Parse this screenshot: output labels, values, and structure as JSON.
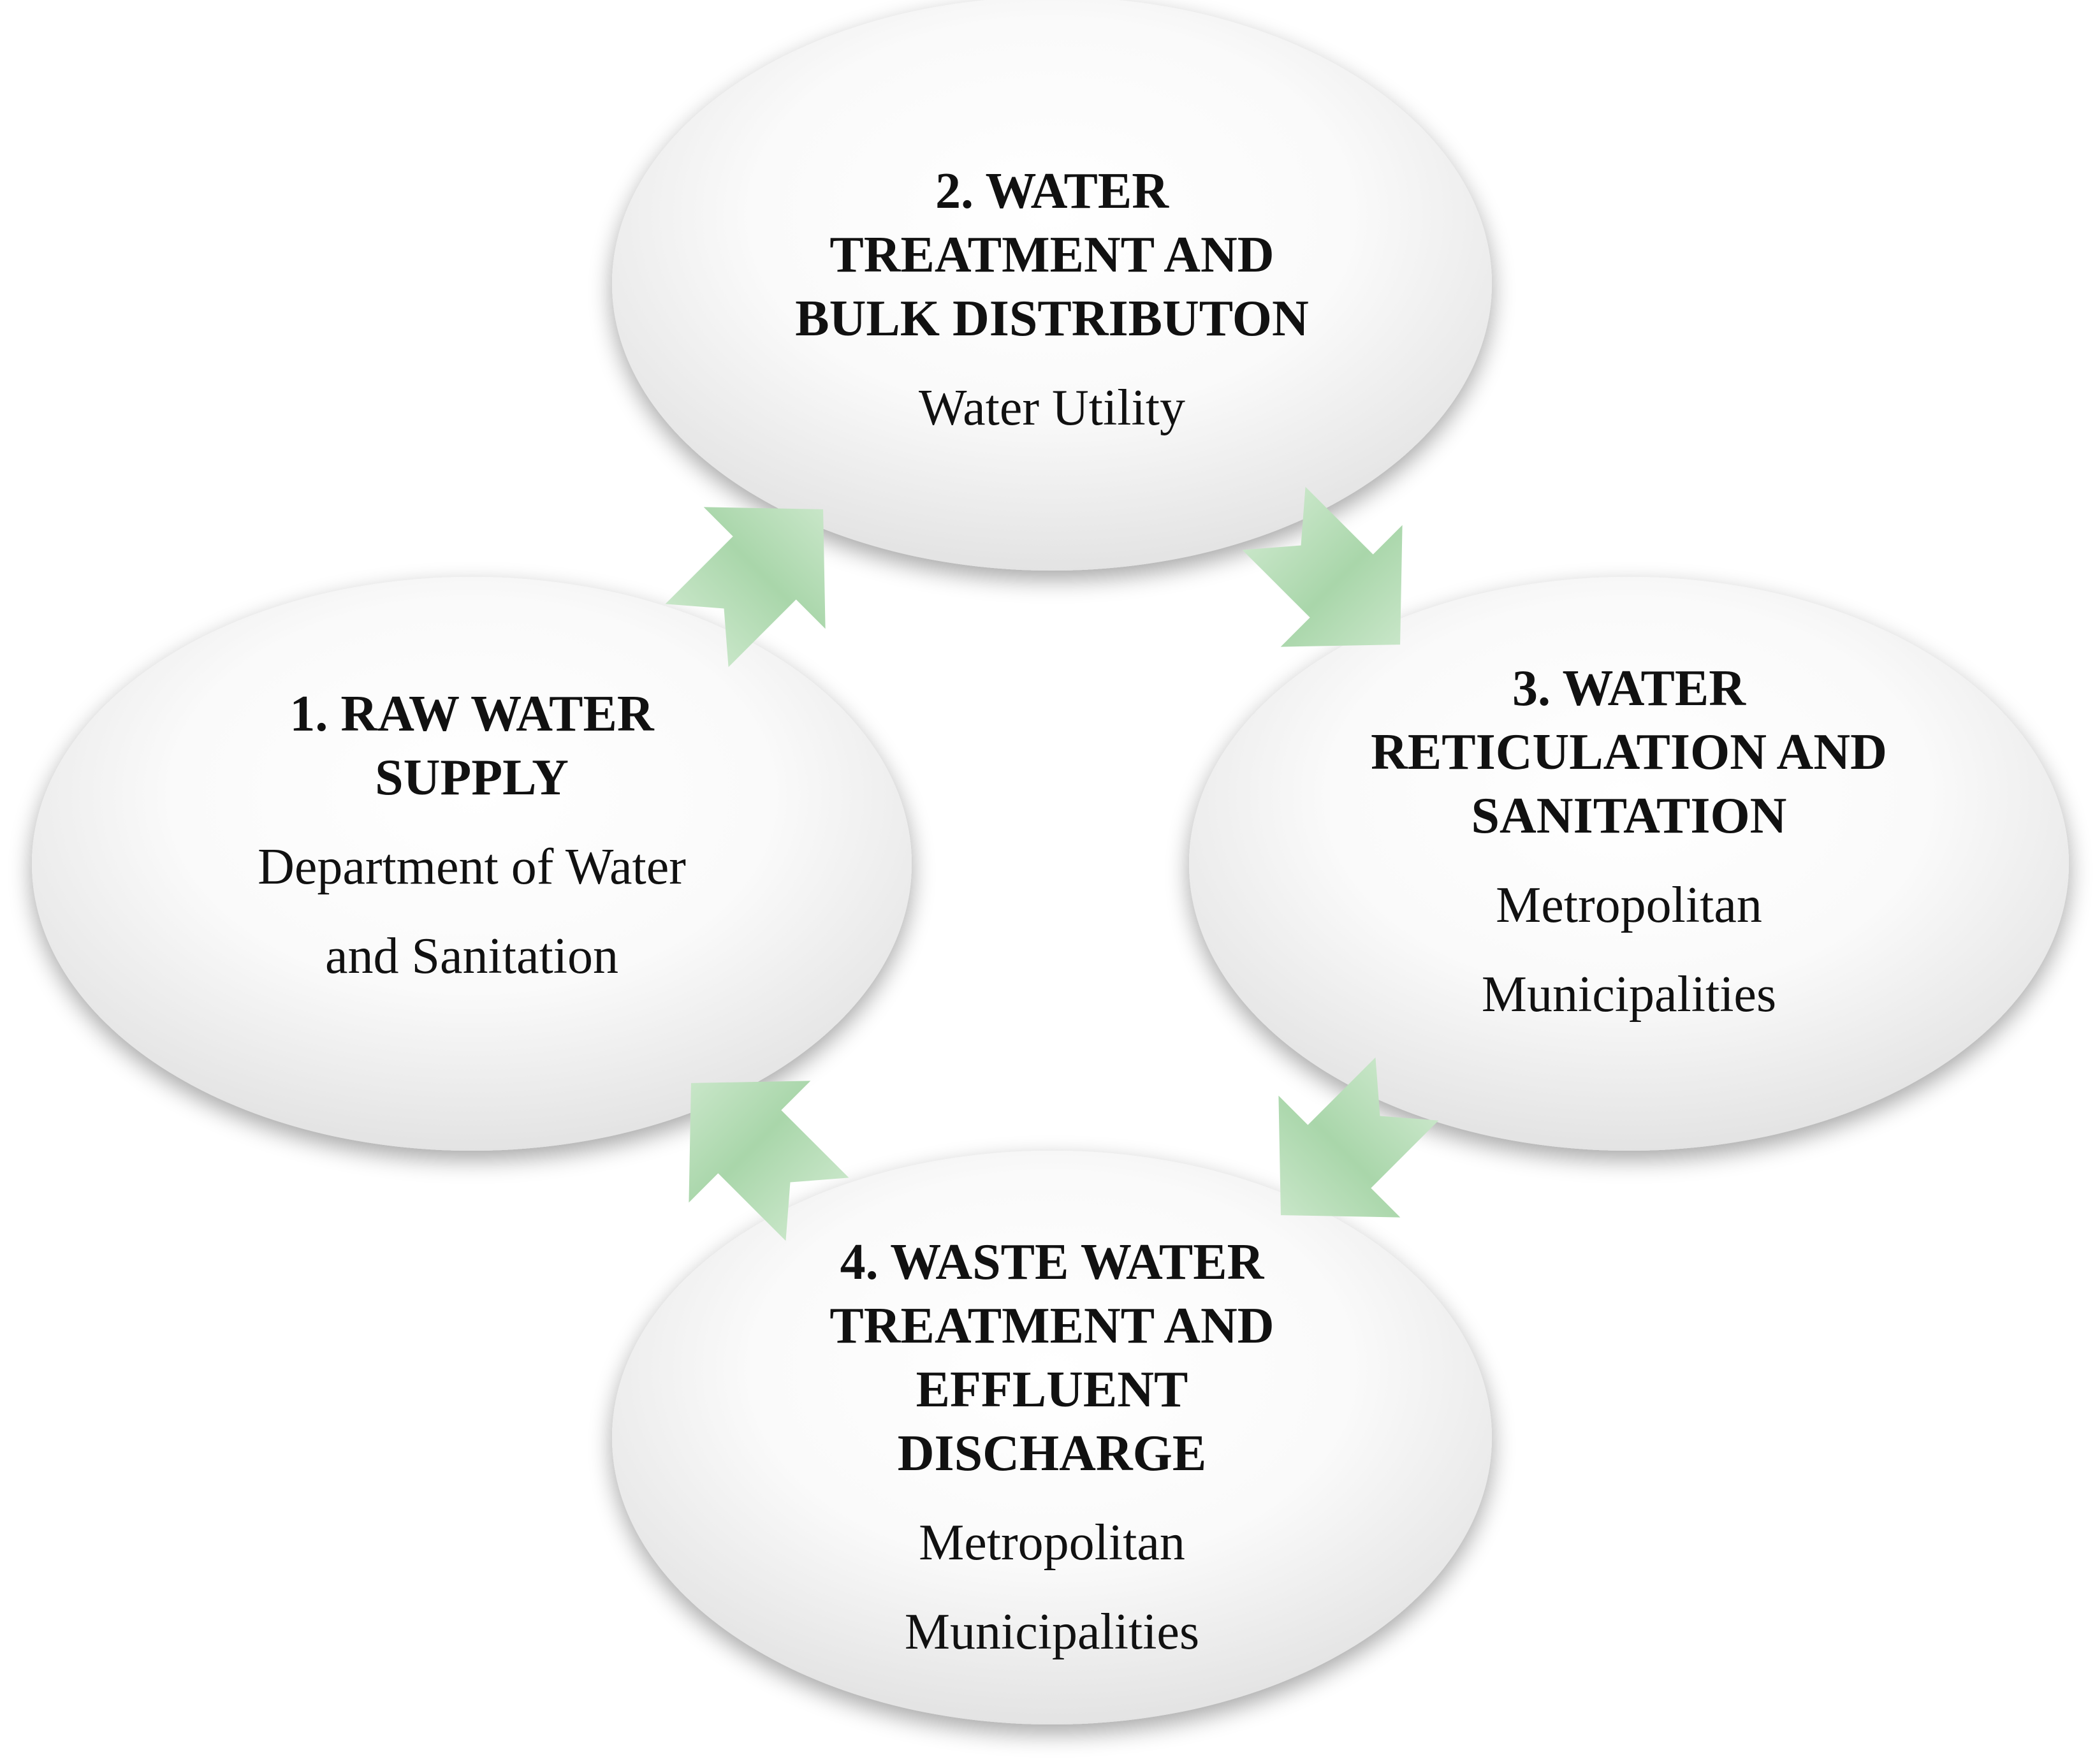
{
  "colors": {
    "arrow_fill": "#a9d6aa",
    "arrow_edge": "#c8e6c8",
    "ellipse_light": "#ffffff",
    "ellipse_dark": "#e3e3e3",
    "text": "#111111"
  },
  "nodes": [
    {
      "id": "raw-water-supply",
      "title": "1. RAW WATER\nSUPPLY",
      "subtitle": "Department of Water\nand Sanitation"
    },
    {
      "id": "water-treatment",
      "title": "2. WATER\nTREATMENT AND\nBULK DISTRIBUTON",
      "subtitle": "Water Utility"
    },
    {
      "id": "water-reticulation",
      "title": "3. WATER\nRETICULATION AND\nSANITATION",
      "subtitle": "Metropolitan\nMunicipalities"
    },
    {
      "id": "waste-water-treatment",
      "title": "4.  WASTE WATER\nTREATMENT AND\nEFFLUENT\nDISCHARGE",
      "subtitle": "Metropolitan\nMunicipalities"
    }
  ],
  "edges": [
    {
      "from": "raw-water-supply",
      "to": "water-treatment"
    },
    {
      "from": "water-treatment",
      "to": "water-reticulation"
    },
    {
      "from": "water-reticulation",
      "to": "waste-water-treatment"
    },
    {
      "from": "waste-water-treatment",
      "to": "raw-water-supply"
    }
  ]
}
